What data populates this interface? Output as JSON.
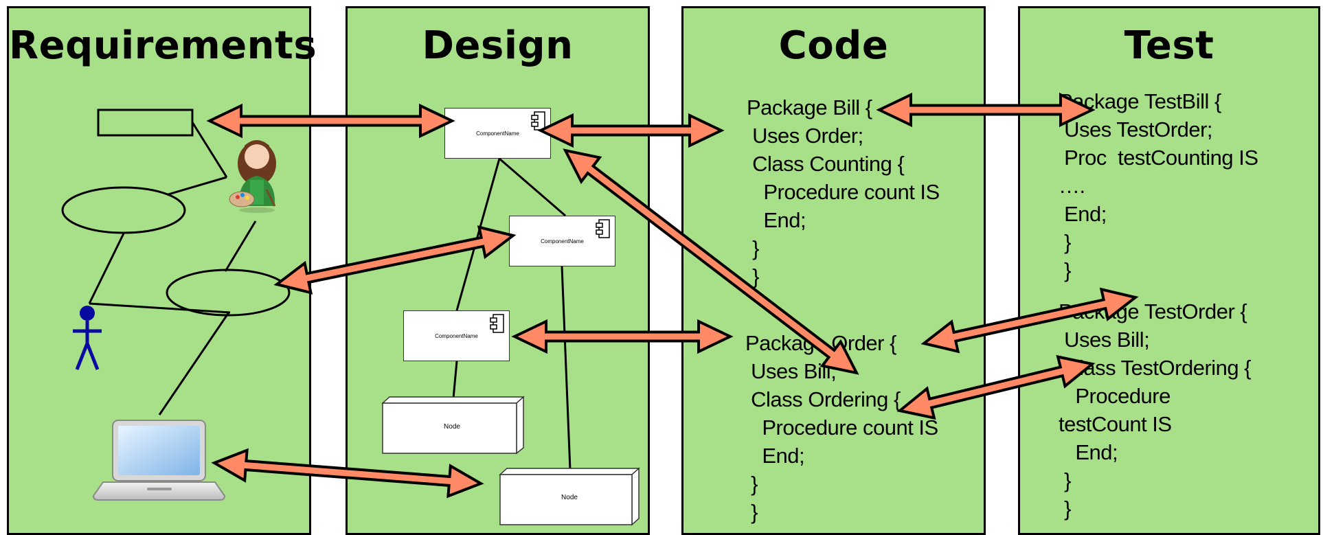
{
  "columns": {
    "requirements": {
      "title": "Requirements"
    },
    "design": {
      "title": "Design"
    },
    "code": {
      "title": "Code"
    },
    "test": {
      "title": "Test"
    }
  },
  "design": {
    "component_1": "ComponentName",
    "component_2": "ComponentName",
    "component_3": "ComponentName",
    "node_1": "Node",
    "node_2": "Node"
  },
  "code": {
    "package_bill": "Package Bill {\n Uses Order;\n Class Counting {\n   Procedure count IS\n   End;\n }\n }",
    "package_order": "Package Order {\n Uses Bill;\n Class Ordering {\n   Procedure count IS\n   End;\n }\n }"
  },
  "test": {
    "package_testbill": "Package TestBill {\n Uses TestOrder;\n Proc  testCounting IS\n….\n End;\n }\n }",
    "package_testorder": "Package TestOrder {\n Uses Bill;\n Class TestOrdering {\n   Procedure\ntestCount IS\n   End;\n }\n }"
  },
  "colors": {
    "panel_fill": "#a8e08a",
    "arrow_fill": "#ff8a65",
    "stick_figure": "#0a0aa0"
  }
}
